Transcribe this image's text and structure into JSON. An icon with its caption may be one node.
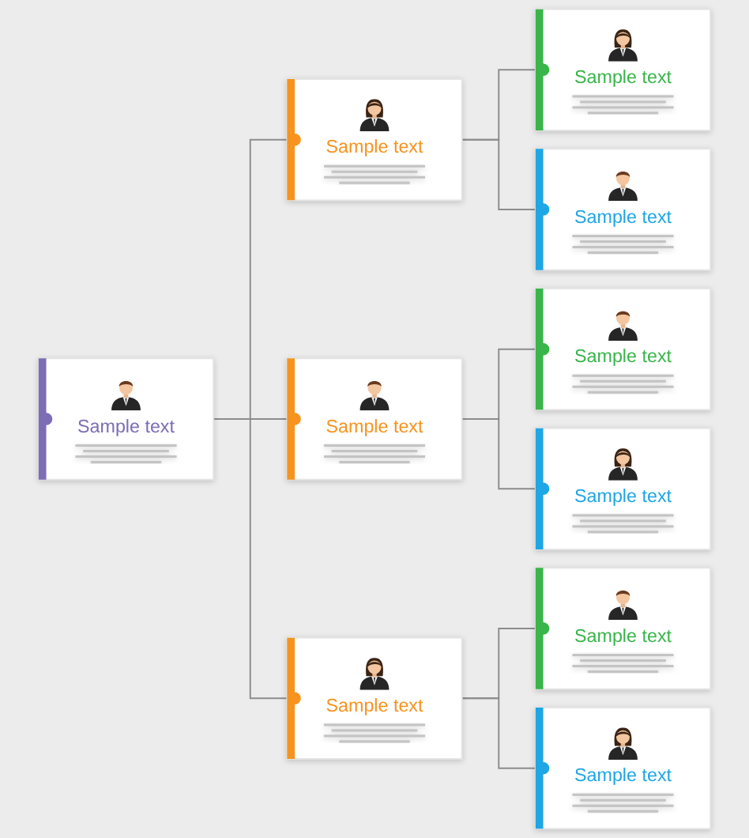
{
  "diagram": {
    "nodes": [
      {
        "text": [
          "Sample text"
        ]
      },
      {
        "text": [
          "Sample text"
        ]
      },
      {
        "text": [
          "Sample text"
        ]
      },
      {
        "text": [
          "Sample text"
        ]
      },
      {
        "text": [
          "Sample text"
        ]
      },
      {
        "text": [
          "Sample text"
        ]
      },
      {
        "text": [
          "Sample text"
        ]
      },
      {
        "text": [
          "Sample text"
        ]
      },
      {
        "text": [
          "Sample text"
        ]
      },
      {
        "text": [
          "Sample text"
        ]
      }
    ],
    "edges": [
      {
        "from": 0,
        "to": 1,
        "arrow": "none"
      },
      {
        "from": 0,
        "to": 2,
        "arrow": "none"
      },
      {
        "from": 0,
        "to": 3,
        "arrow": "none"
      },
      {
        "from": 1,
        "to": 4,
        "arrow": "none"
      },
      {
        "from": 1,
        "to": 5,
        "arrow": "none"
      },
      {
        "from": 2,
        "to": 6,
        "arrow": "none"
      },
      {
        "from": 2,
        "to": 7,
        "arrow": "none"
      },
      {
        "from": 3,
        "to": 8,
        "arrow": "none"
      },
      {
        "from": 3,
        "to": 9,
        "arrow": "none"
      }
    ]
  }
}
